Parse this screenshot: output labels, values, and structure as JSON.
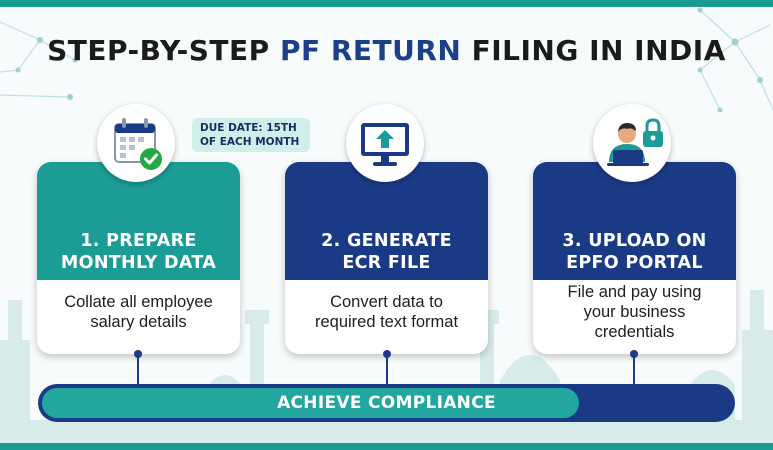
{
  "title": {
    "prefix": "STEP-BY-STEP",
    "highlight": "PF RETURN",
    "suffix": "FILING IN INDIA"
  },
  "colors": {
    "teal": "#1b9c95",
    "navy": "#1b3a86",
    "badge_bg": "#d2eeeb"
  },
  "due_badge": {
    "line1": "DUE DATE: 15TH",
    "line2": "OF EACH MONTH"
  },
  "steps": [
    {
      "title_line1": "1. PREPARE",
      "title_line2": "MONTHLY DATA",
      "desc_line1": "Collate all employee",
      "desc_line2": "salary details",
      "desc_line3": "",
      "icon": "calendar-check-icon"
    },
    {
      "title_line1": "2. GENERATE",
      "title_line2": "ECR FILE",
      "desc_line1": "Convert data to",
      "desc_line2": "required text format",
      "desc_line3": "",
      "icon": "monitor-upload-icon"
    },
    {
      "title_line1": "3. UPLOAD ON",
      "title_line2": "EPFO PORTAL",
      "desc_line1": "File and pay using",
      "desc_line2": "your business",
      "desc_line3": "credentials",
      "icon": "user-laptop-lock-icon"
    }
  ],
  "progress": {
    "label": "ACHIEVE COMPLIANCE",
    "fraction": 0.78
  }
}
